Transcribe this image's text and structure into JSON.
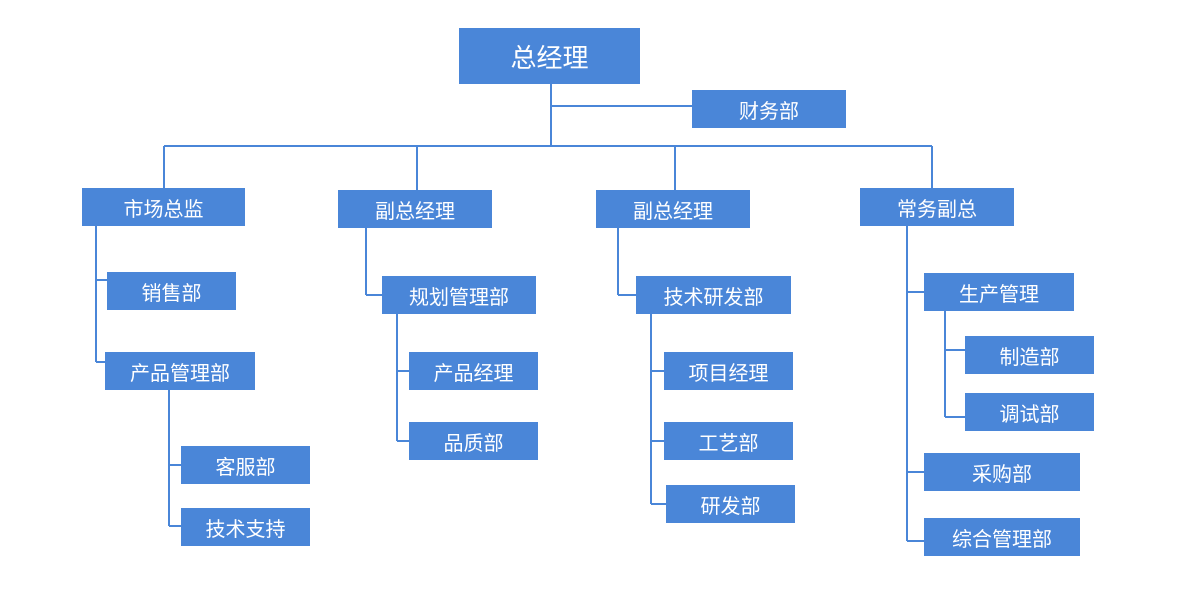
{
  "org_chart": {
    "ceo": "总经理",
    "finance": "财务部",
    "branches": {
      "market_director": "市场总监",
      "vp_1": "副总经理",
      "vp_2": "副总经理",
      "executive_vp": "常务副总"
    },
    "market": {
      "sales": "销售部",
      "product_management": "产品管理部",
      "customer_service": "客服部",
      "tech_support": "技术支持"
    },
    "vp1": {
      "planning": "规划管理部",
      "product_manager": "产品经理",
      "quality": "品质部"
    },
    "vp2": {
      "tech_rnd": "技术研发部",
      "project_manager": "项目经理",
      "craft": "工艺部",
      "rnd": "研发部"
    },
    "executive": {
      "production": "生产管理",
      "manufacturing": "制造部",
      "debugging": "调试部",
      "purchasing": "采购部",
      "general_admin": "综合管理部"
    }
  },
  "colors": {
    "box_fill": "#4a86d8",
    "box_text": "#ffffff",
    "connector": "#4a86d8"
  }
}
